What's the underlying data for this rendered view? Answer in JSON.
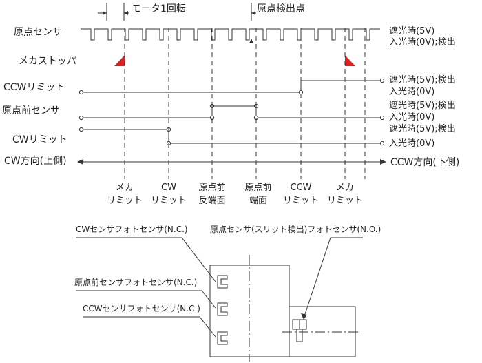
{
  "top_labels": {
    "motor_rotation": "モータ1回転",
    "origin_detect_point": "原点検出点"
  },
  "left_labels": {
    "origin_sensor": "原点センサ",
    "mech_stopper": "メカストッパ",
    "ccw_limit": "CCWリミット",
    "pre_origin_sensor": "原点前センサ",
    "cw_limit": "CWリミット",
    "cw_direction": "CW方向(上側)"
  },
  "right_labels": {
    "origin_high": "遮光時(5V)",
    "origin_low": "入光時(0V);検出",
    "ccw_high": "遮光時(5V);検出",
    "ccw_low": "入光時(0V)",
    "pre_high": "遮光時(5V);検出",
    "pre_low": "入光時(0V)",
    "cw_high": "遮光時(5V);検出",
    "cw_low": "入光時(0V)",
    "ccw_direction": "CCW方向(下側)"
  },
  "bottom_labels": {
    "mech_limit_left_1": "メカ",
    "mech_limit_left_2": "リミット",
    "cw_limit_1": "CW",
    "cw_limit_2": "リミット",
    "pre_origin_rev_1": "原点前",
    "pre_origin_rev_2": "反端面",
    "pre_origin_end_1": "原点前",
    "pre_origin_end_2": "端面",
    "ccw_limit_1": "CCW",
    "ccw_limit_2": "リミット",
    "mech_limit_right_1": "メカ",
    "mech_limit_right_2": "リミット"
  },
  "sensor_labels": {
    "cw_sensor": "CWセンサフォトセンサ(N.C.)",
    "origin_slit_sensor": "原点センサ(スリット検出)フォトセンサ(N.O.)",
    "pre_origin_photo": "原点前センサフォトセンサ(N.C.)",
    "ccw_sensor": "CCWセンサフォトセンサ(N.C.)"
  },
  "colors": {
    "stopper": "#e02020",
    "line": "#333333"
  }
}
